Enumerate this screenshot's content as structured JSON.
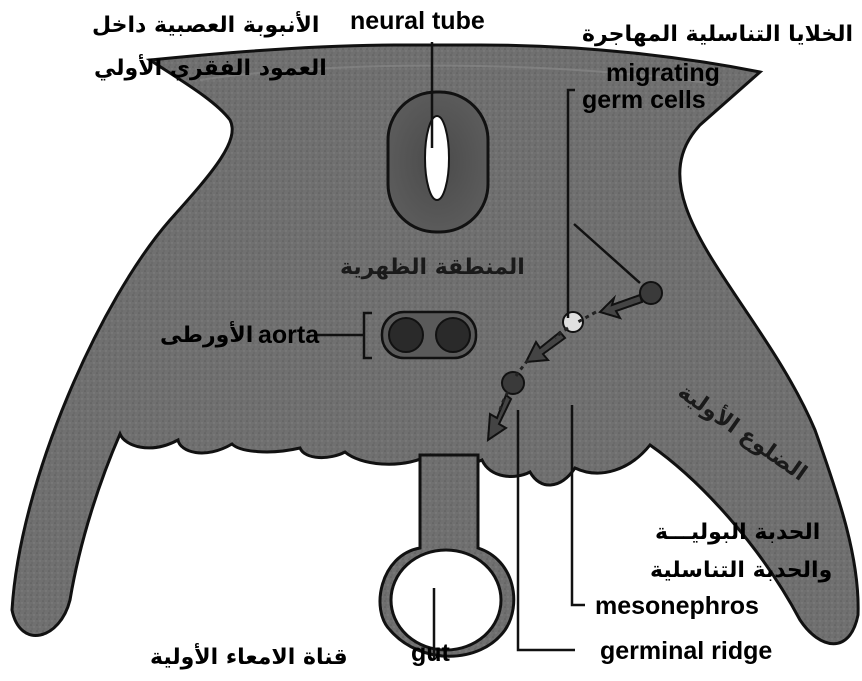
{
  "labels": {
    "neural_tube_en": "neural tube",
    "neural_tube_ar_line1": "الأنبوبة العصبية داخل",
    "neural_tube_ar_line2": "العمود الفقري الأولي",
    "migrating_en_line1": "migrating",
    "migrating_en_line2": "germ cells",
    "migrating_ar": "الخلايا التناسلية المهاجرة",
    "dorsal_ar": "المنطقة الظهرية",
    "aorta_en": "aorta",
    "aorta_ar": "الأورطى",
    "ribs_ar": "الضلوع الأولية",
    "mesonephros_ar_line1": "الحدبة البوليـــة",
    "mesonephros_ar_line2": "والحدبة التناسلية",
    "mesonephros_en": "mesonephros",
    "germinal_ridge_en": "germinal ridge",
    "gut_en": "gut",
    "gut_ar": "قناة الامعاء الأولية"
  },
  "colors": {
    "body_fill": "#6f6f6f",
    "body_outline": "#111111",
    "structure_fill": "#555555",
    "line": "#111111"
  }
}
